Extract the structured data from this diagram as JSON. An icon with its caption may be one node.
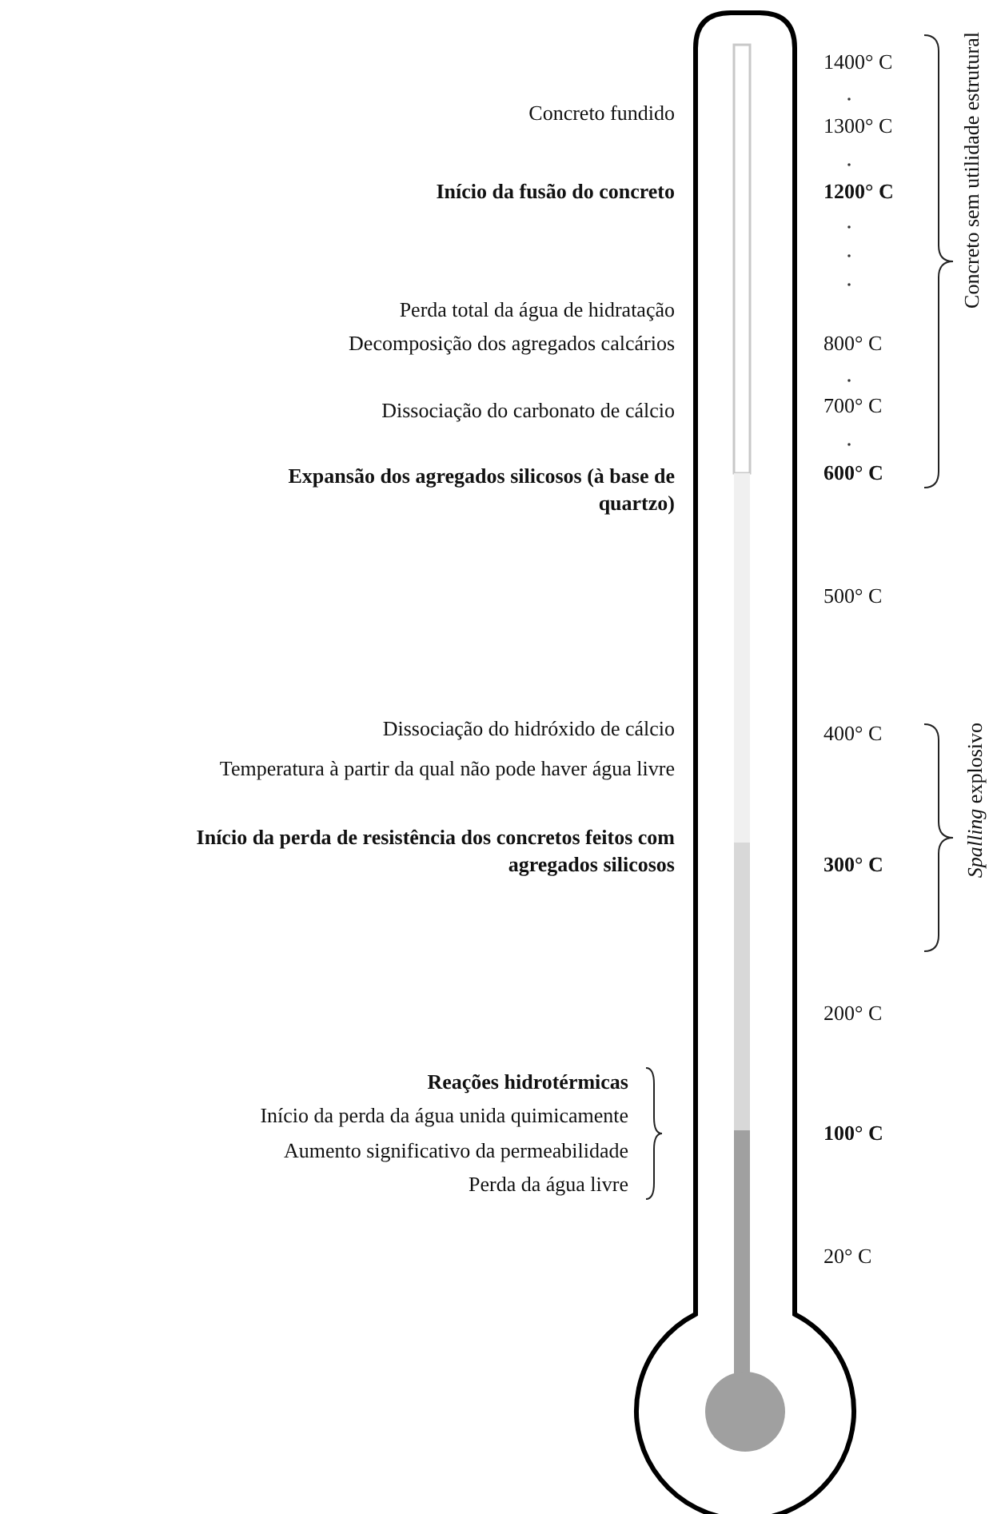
{
  "diagram": {
    "labels": [
      "1400° C",
      "Concreto fundido",
      "1300° C",
      "Início da fusão do concreto",
      "1200° C",
      "Concreto sem utilidade estrutural",
      "Perda total da água de hidratação",
      "Decomposição dos agregados calcários",
      "800° C",
      "Dissociação do carbonato de cálcio",
      "700° C",
      "Expansão dos agregados silicosos (à base de quartzo)",
      "600° C",
      "500° C",
      "Dissociação do hidróxido de cálcio",
      "400° C",
      "Temperatura à partir da qual não pode haver água livre",
      "*Spalling* explosivo",
      "Início da perda de resistência dos concretos feitos com agregados silicosos",
      "300° C",
      "200° C",
      "Reações hidrotérmicas",
      "Início da perda da água unida quimicamente",
      "Aumento significativo da permeabilidade",
      "100° C",
      "Perda da água livre",
      "20° C"
    ]
  }
}
